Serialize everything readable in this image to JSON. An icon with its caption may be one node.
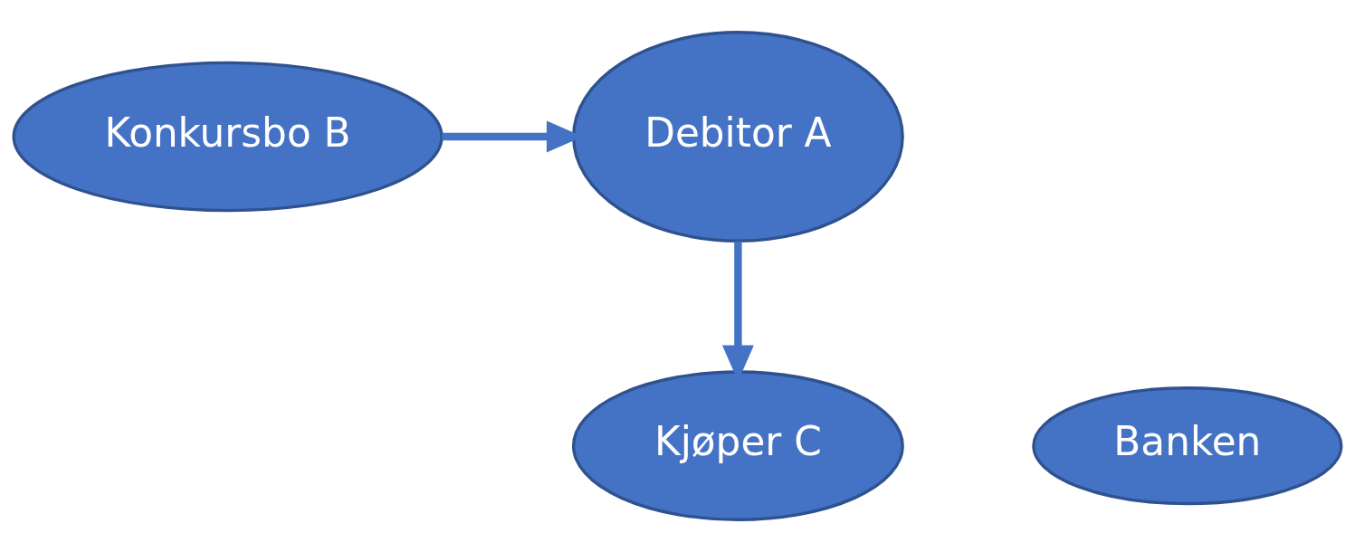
{
  "diagram": {
    "nodes": [
      {
        "text": [
          "Debitor A"
        ]
      },
      {
        "text": [
          "Konkursbo B"
        ]
      },
      {
        "text": [
          "Banken"
        ]
      },
      {
        "text": [
          "Kjøper C"
        ]
      }
    ],
    "edges": [
      {
        "from": 1,
        "to": 0,
        "arrow": "to"
      },
      {
        "from": 0,
        "to": 3,
        "arrow": "to"
      }
    ]
  }
}
